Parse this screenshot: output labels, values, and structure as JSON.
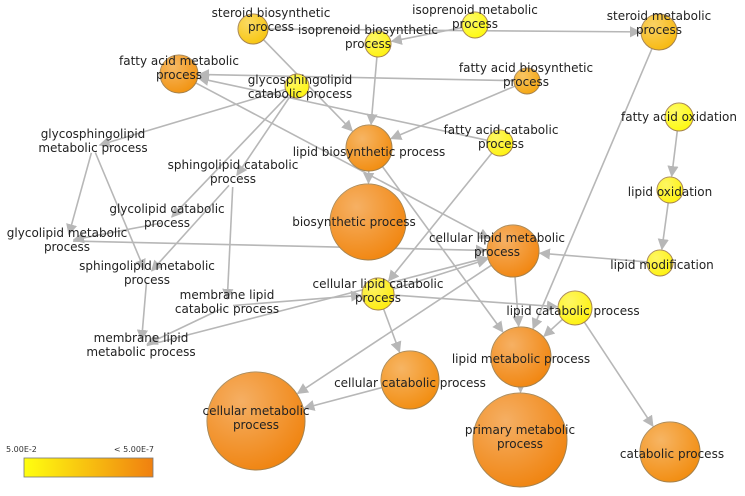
{
  "colors": {
    "scale_low": "#ffff10",
    "scale_high": "#f08010",
    "edge": "#b7b7b7",
    "node_border": "#a4804a"
  },
  "legend": {
    "low_label": "5.00E-2",
    "high_label": "< 5.00E-7"
  },
  "nodes": [
    {
      "id": "steroid_biosynthetic",
      "lines": [
        "steroid biosynthetic",
        "process"
      ],
      "level": 0.45
    },
    {
      "id": "isoprenoid_biosynthetic",
      "lines": [
        "isoprenoid biosynthetic",
        "process"
      ],
      "level": 0.1
    },
    {
      "id": "isoprenoid_metabolic",
      "lines": [
        "isoprenoid metabolic",
        "process"
      ],
      "level": 0.05
    },
    {
      "id": "steroid_metabolic",
      "lines": [
        "steroid metabolic",
        "process"
      ],
      "level": 0.55
    },
    {
      "id": "fatty_acid_metabolic",
      "lines": [
        "fatty acid metabolic",
        "process"
      ],
      "level": 0.85
    },
    {
      "id": "glycosphingolipid_catabolic",
      "lines": [
        "glycosphingolipid",
        "catabolic process"
      ],
      "level": 0.08
    },
    {
      "id": "fatty_acid_biosynthetic",
      "lines": [
        "fatty acid biosynthetic",
        "process"
      ],
      "level": 0.7
    },
    {
      "id": "fatty_acid_oxidation",
      "lines": [
        "fatty acid oxidation"
      ],
      "level": 0.05
    },
    {
      "id": "glycosphingolipid_metabolic",
      "lines": [
        "glycosphingolipid",
        "metabolic process"
      ],
      "level": 0.0
    },
    {
      "id": "lipid_biosynthetic",
      "lines": [
        "lipid biosynthetic process"
      ],
      "level": 0.9
    },
    {
      "id": "fatty_acid_catabolic",
      "lines": [
        "fatty acid catabolic",
        "process"
      ],
      "level": 0.1
    },
    {
      "id": "sphingolipid_catabolic",
      "lines": [
        "sphingolipid catabolic",
        "process"
      ],
      "level": 0.0
    },
    {
      "id": "lipid_oxidation",
      "lines": [
        "lipid oxidation"
      ],
      "level": 0.1
    },
    {
      "id": "biosynthetic",
      "lines": [
        "biosynthetic process"
      ],
      "level": 0.95
    },
    {
      "id": "glycolipid_catabolic",
      "lines": [
        "glycolipid catabolic",
        "process"
      ],
      "level": 0.0
    },
    {
      "id": "cellular_lipid_metabolic",
      "lines": [
        "cellular lipid metabolic",
        "process"
      ],
      "level": 0.95
    },
    {
      "id": "glycolipid_metabolic",
      "lines": [
        "glycolipid metabolic",
        "process"
      ],
      "level": 0.0
    },
    {
      "id": "lipid_modification",
      "lines": [
        "lipid modification"
      ],
      "level": 0.1
    },
    {
      "id": "sphingolipid_metabolic",
      "lines": [
        "sphingolipid metabolic",
        "process"
      ],
      "level": 0.0
    },
    {
      "id": "cellular_lipid_catabolic",
      "lines": [
        "cellular lipid catabolic",
        "process"
      ],
      "level": 0.15
    },
    {
      "id": "membrane_lipid_catabolic",
      "lines": [
        "membrane lipid",
        "catabolic process"
      ],
      "level": 0.0
    },
    {
      "id": "lipid_catabolic",
      "lines": [
        "lipid catabolic process"
      ],
      "level": 0.1
    },
    {
      "id": "membrane_lipid_metabolic",
      "lines": [
        "membrane lipid",
        "metabolic process"
      ],
      "level": 0.0
    },
    {
      "id": "lipid_metabolic",
      "lines": [
        "lipid metabolic process"
      ],
      "level": 0.95
    },
    {
      "id": "cellular_catabolic",
      "lines": [
        "cellular catabolic process"
      ],
      "level": 0.9
    },
    {
      "id": "cellular_metabolic",
      "lines": [
        "cellular metabolic",
        "process"
      ],
      "level": 0.97
    },
    {
      "id": "primary_metabolic",
      "lines": [
        "primary metabolic",
        "process"
      ],
      "level": 0.97
    },
    {
      "id": "catabolic",
      "lines": [
        "catabolic process"
      ],
      "level": 0.9
    }
  ],
  "edges": [
    [
      "steroid_biosynthetic",
      "lipid_biosynthetic"
    ],
    [
      "isoprenoid_biosynthetic",
      "lipid_biosynthetic"
    ],
    [
      "isoprenoid_metabolic",
      "isoprenoid_biosynthetic"
    ],
    [
      "steroid_biosynthetic",
      "steroid_metabolic"
    ],
    [
      "fatty_acid_metabolic",
      "cellular_lipid_metabolic"
    ],
    [
      "glycosphingolipid_catabolic",
      "glycosphingolipid_metabolic"
    ],
    [
      "glycosphingolipid_catabolic",
      "sphingolipid_catabolic"
    ],
    [
      "glycosphingolipid_catabolic",
      "glycolipid_catabolic"
    ],
    [
      "fatty_acid_biosynthetic",
      "lipid_biosynthetic"
    ],
    [
      "fatty_acid_biosynthetic",
      "fatty_acid_metabolic"
    ],
    [
      "lipid_biosynthetic",
      "biosynthetic"
    ],
    [
      "lipid_biosynthetic",
      "lipid_metabolic"
    ],
    [
      "fatty_acid_catabolic",
      "cellular_lipid_catabolic"
    ],
    [
      "fatty_acid_catabolic",
      "fatty_acid_metabolic"
    ],
    [
      "fatty_acid_oxidation",
      "lipid_oxidation"
    ],
    [
      "lipid_oxidation",
      "lipid_modification"
    ],
    [
      "lipid_modification",
      "cellular_lipid_metabolic"
    ],
    [
      "cellular_lipid_metabolic",
      "lipid_metabolic"
    ],
    [
      "cellular_lipid_metabolic",
      "cellular_metabolic"
    ],
    [
      "glycosphingolipid_metabolic",
      "glycolipid_metabolic"
    ],
    [
      "glycosphingolipid_metabolic",
      "sphingolipid_metabolic"
    ],
    [
      "sphingolipid_catabolic",
      "sphingolipid_metabolic"
    ],
    [
      "sphingolipid_catabolic",
      "membrane_lipid_catabolic"
    ],
    [
      "glycolipid_catabolic",
      "glycolipid_metabolic"
    ],
    [
      "glycolipid_metabolic",
      "cellular_lipid_metabolic"
    ],
    [
      "sphingolipid_metabolic",
      "membrane_lipid_metabolic"
    ],
    [
      "membrane_lipid_catabolic",
      "cellular_lipid_catabolic"
    ],
    [
      "membrane_lipid_catabolic",
      "membrane_lipid_metabolic"
    ],
    [
      "membrane_lipid_metabolic",
      "cellular_lipid_metabolic"
    ],
    [
      "cellular_lipid_catabolic",
      "lipid_catabolic"
    ],
    [
      "cellular_lipid_catabolic",
      "cellular_catabolic"
    ],
    [
      "cellular_lipid_catabolic",
      "cellular_lipid_metabolic"
    ],
    [
      "lipid_catabolic",
      "lipid_metabolic"
    ],
    [
      "lipid_catabolic",
      "catabolic"
    ],
    [
      "lipid_metabolic",
      "primary_metabolic"
    ],
    [
      "cellular_catabolic",
      "cellular_metabolic"
    ],
    [
      "steroid_metabolic",
      "lipid_metabolic"
    ]
  ]
}
